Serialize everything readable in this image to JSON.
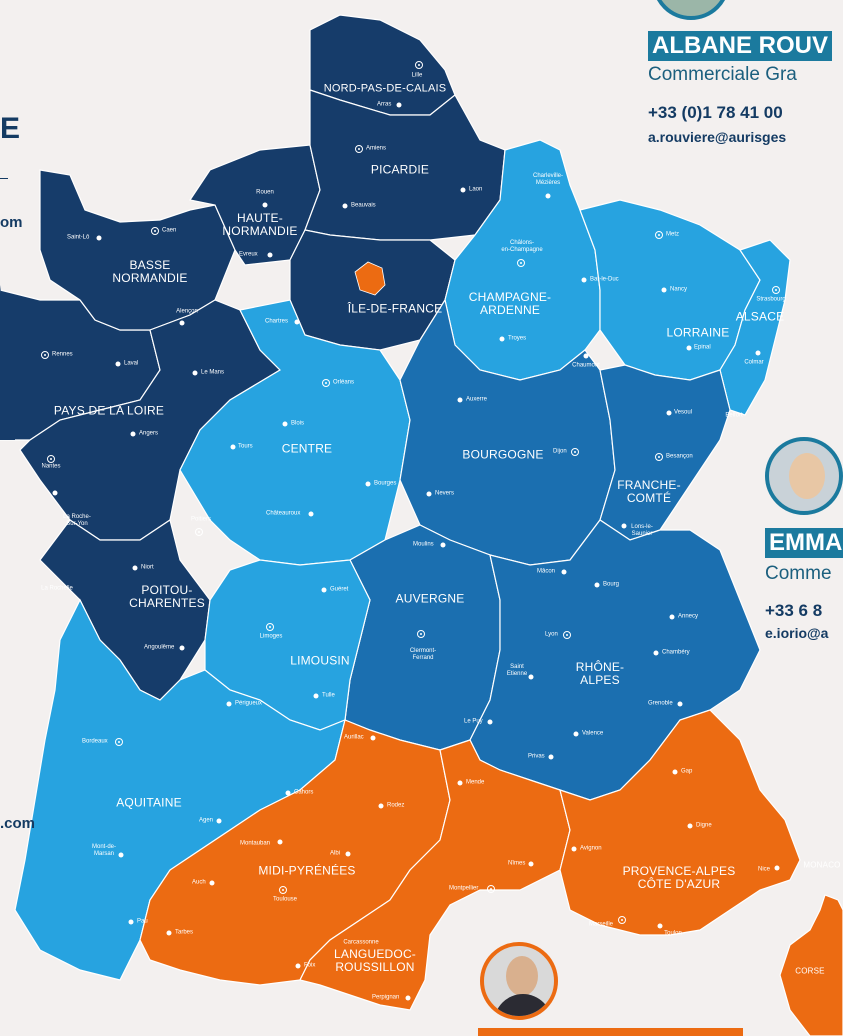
{
  "colors": {
    "north": "#163c6a",
    "light_blue": "#27a3e0",
    "mid_blue": "#1b6fb0",
    "orange": "#ec6b12",
    "background": "#f3f0ef"
  },
  "regions": {
    "nord_pas_de_calais": "NORD-PAS-DE-CALAIS",
    "picardie": "PICARDIE",
    "haute_normandie": "HAUTE-\nNORMANDIE",
    "basse_normandie": "BASSE\nNORMANDIE",
    "ile_de_france": "ÎLE-DE-FRANCE",
    "champagne_ardenne": "CHAMPAGNE-\nARDENNE",
    "lorraine": "LORRAINE",
    "alsace": "ALSACE",
    "pays_de_la_loire": "PAYS DE LA LOIRE",
    "centre": "CENTRE",
    "bourgogne": "BOURGOGNE",
    "franche_comte": "FRANCHE-\nCOMTÉ",
    "poitou_charentes": "POITOU-\nCHARENTES",
    "auvergne": "AUVERGNE",
    "limousin": "LIMOUSIN",
    "rhone_alpes": "RHÔNE-\nALPES",
    "aquitaine": "AQUITAINE",
    "midi_pyrenees": "MIDI-PYRÉNÉES",
    "languedoc_roussillon": "LANGUEDOC-\nROUSSILLON",
    "provence": "PROVENCE-ALPES\nCÔTE D'AZUR",
    "corse": "CORSE",
    "monaco": "MONACO"
  },
  "cities": {
    "lille": "Lille",
    "arras": "Arras",
    "amiens": "Amiens",
    "laon": "Laon",
    "beauvais": "Beauvais",
    "rouen": "Rouen",
    "evreux": "Evreux",
    "caen": "Caen",
    "saint_lo": "Saint-Lô",
    "alencon": "Alençon",
    "chartres": "Chartres",
    "charleville": "Charleville-\nMézières",
    "chalons": "Châlons-\nen-Champagne",
    "bar_le_duc": "Bar-le-Duc",
    "metz": "Metz",
    "nancy": "Nancy",
    "strasbourg": "Strasbourg",
    "troyes": "Troyes",
    "chaumont": "Chaumont",
    "epinal": "Epinal",
    "colmar": "Colmar",
    "rennes": "Rennes",
    "laval": "Laval",
    "le_mans": "Le Mans",
    "angers": "Angers",
    "nantes": "Nantes",
    "la_roche": "La Roche-\nSur-Yon",
    "orleans": "Orléans",
    "blois": "Blois",
    "tours": "Tours",
    "bourges": "Bourges",
    "chateauroux": "Châteauroux",
    "auxerre": "Auxerre",
    "nevers": "Nevers",
    "dijon": "Dijon",
    "vesoul": "Vesoul",
    "belfort": "Belfort",
    "besancon": "Besançon",
    "lons": "Lons-le-\nSaunier",
    "poitiers": "Poitiers",
    "niort": "Niort",
    "la_rochelle": "La Rochelle",
    "angouleme": "Angoulême",
    "limoges": "Limoges",
    "gueret": "Guéret",
    "tulle": "Tulle",
    "perigueux": "Périgueux",
    "moulins": "Moulins",
    "clermont": "Clermont-\nFerrand",
    "macon": "Mâcon",
    "bourg": "Bourg",
    "lyon": "Lyon",
    "saint_etienne": "Saint\nEtienne",
    "annecy": "Annecy",
    "chambery": "Chambéry",
    "grenoble": "Grenoble",
    "valence": "Valence",
    "privas": "Privas",
    "le_puy": "Le Puy",
    "aurillac": "Aurillac",
    "bordeaux": "Bordeaux",
    "agen": "Agen",
    "cahors": "Cahors",
    "mont_de_marsan": "Mont-de-\nMarsan",
    "pau": "Pau",
    "montauban": "Montauban",
    "albi": "Albi",
    "rodez": "Rodez",
    "mende": "Mende",
    "auch": "Auch",
    "toulouse": "Toulouse",
    "tarbes": "Tarbes",
    "foix": "Foix",
    "carcassonne": "Carcassonne",
    "perpignan": "Perpignan",
    "nimes": "Nîmes",
    "montpellier": "Montpellier",
    "avignon": "Avignon",
    "marseille": "Marseille",
    "toulon": "Toulon",
    "gap": "Gap",
    "digne": "Digne",
    "nice": "Nice"
  },
  "contacts": {
    "albane": {
      "name": "ALBANE ROUV",
      "role": "Commerciale Gra",
      "phone": "+33 (0)1 78 41 00",
      "email": "a.rouviere@aurisges"
    },
    "emma": {
      "name": "EMMA",
      "role": "Comme",
      "phone": "+33 6 8",
      "email": "e.iorio@a"
    }
  },
  "left_fragments": {
    "f1": "E",
    "f2": "om",
    "f3": ".com"
  }
}
